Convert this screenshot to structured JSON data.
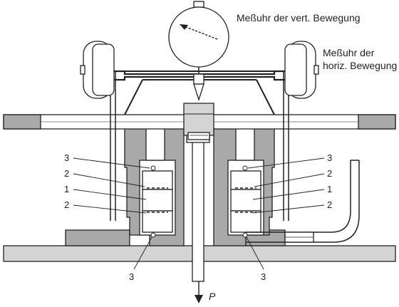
{
  "labels": {
    "vert_gauge": "Meßuhr der vert. Bewegung",
    "horiz_gauge_line1": "Meßuhr der",
    "horiz_gauge_line2": "horiz. Bewegung",
    "force": "P"
  },
  "callouts": {
    "left_top": "3",
    "left_2a": "2",
    "left_1": "1",
    "left_2b": "2",
    "left_bottom": "3",
    "right_top": "3",
    "right_2a": "2",
    "right_1": "1",
    "right_2b": "2",
    "right_bottom": "3"
  },
  "colors": {
    "gray_fill": "#a9a9a9",
    "light_fill": "#d4d4d4",
    "line": "#222222"
  }
}
